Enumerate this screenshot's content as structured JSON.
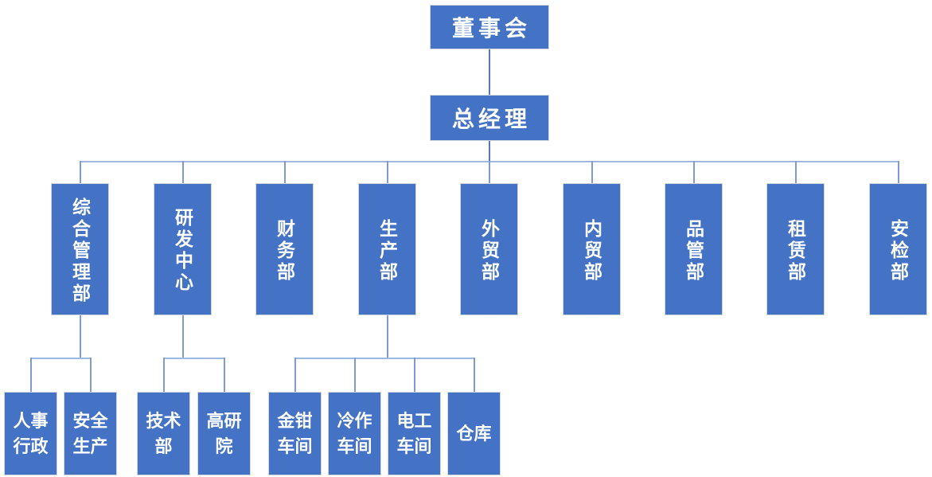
{
  "org_chart": {
    "level1": {
      "label": "董事会"
    },
    "level2": {
      "label": "总经理"
    },
    "departments": [
      {
        "label": "综合管理部"
      },
      {
        "label": "研发中心"
      },
      {
        "label": "财务部"
      },
      {
        "label": "生产部"
      },
      {
        "label": "外贸部"
      },
      {
        "label": "内贸部"
      },
      {
        "label": "品管部"
      },
      {
        "label": "租赁部"
      },
      {
        "label": "安检部"
      }
    ],
    "sub_units": {
      "comprehensive_management": [
        "人事行政",
        "安全生产"
      ],
      "rd_center": [
        "技术部",
        "高研院"
      ],
      "production": [
        "金钳车间",
        "冷作车间",
        "电工车间",
        "仓库"
      ]
    },
    "colors": {
      "node_fill": "#4472C4",
      "node_border": "#D2D7DE",
      "node_text": "#FFFFFF",
      "stem_line": "#5379C7",
      "drop_line": "#7E9BD3",
      "bus_line": "#9FB8E0"
    }
  }
}
